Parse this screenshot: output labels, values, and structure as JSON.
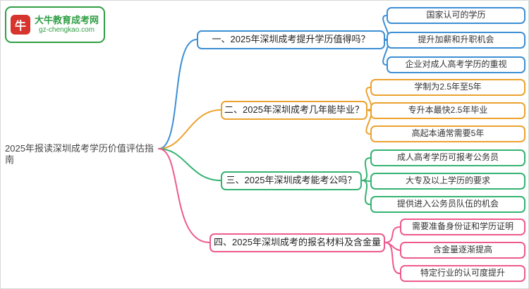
{
  "logo": {
    "site_name": "大牛教育成考网",
    "site_url": "gz-chengkao.com",
    "icon": "bull-icon",
    "icon_glyph": "牛",
    "brand_green": "#2f9e44",
    "brand_red": "#d6342c"
  },
  "root": {
    "label": "2025年报读深圳成考学历价值评估指南"
  },
  "branches": [
    {
      "label": "一、2025年深圳成考提升学历值得吗？",
      "color": "#3d8fd4",
      "children": [
        "国家认可的学历",
        "提升加薪和升职机会",
        "企业对成人高考学历的重视"
      ]
    },
    {
      "label": "二、2025年深圳成考几年能毕业？",
      "color": "#eca22f",
      "children": [
        "学制为2.5年至5年",
        "专升本最快2.5年毕业",
        "高起本通常需要5年"
      ]
    },
    {
      "label": "三、2025年深圳成考能考公吗？",
      "color": "#35b372",
      "children": [
        "成人高考学历可报考公务员",
        "大专及以上学历的要求",
        "提供进入公务员队伍的机会"
      ]
    },
    {
      "label": "四、2025年深圳成考的报名材料及含金量",
      "color": "#ee5a8e",
      "children": [
        "需要准备身份证和学历证明",
        "含金量逐渐提高",
        "特定行业的认可度提升"
      ]
    }
  ]
}
